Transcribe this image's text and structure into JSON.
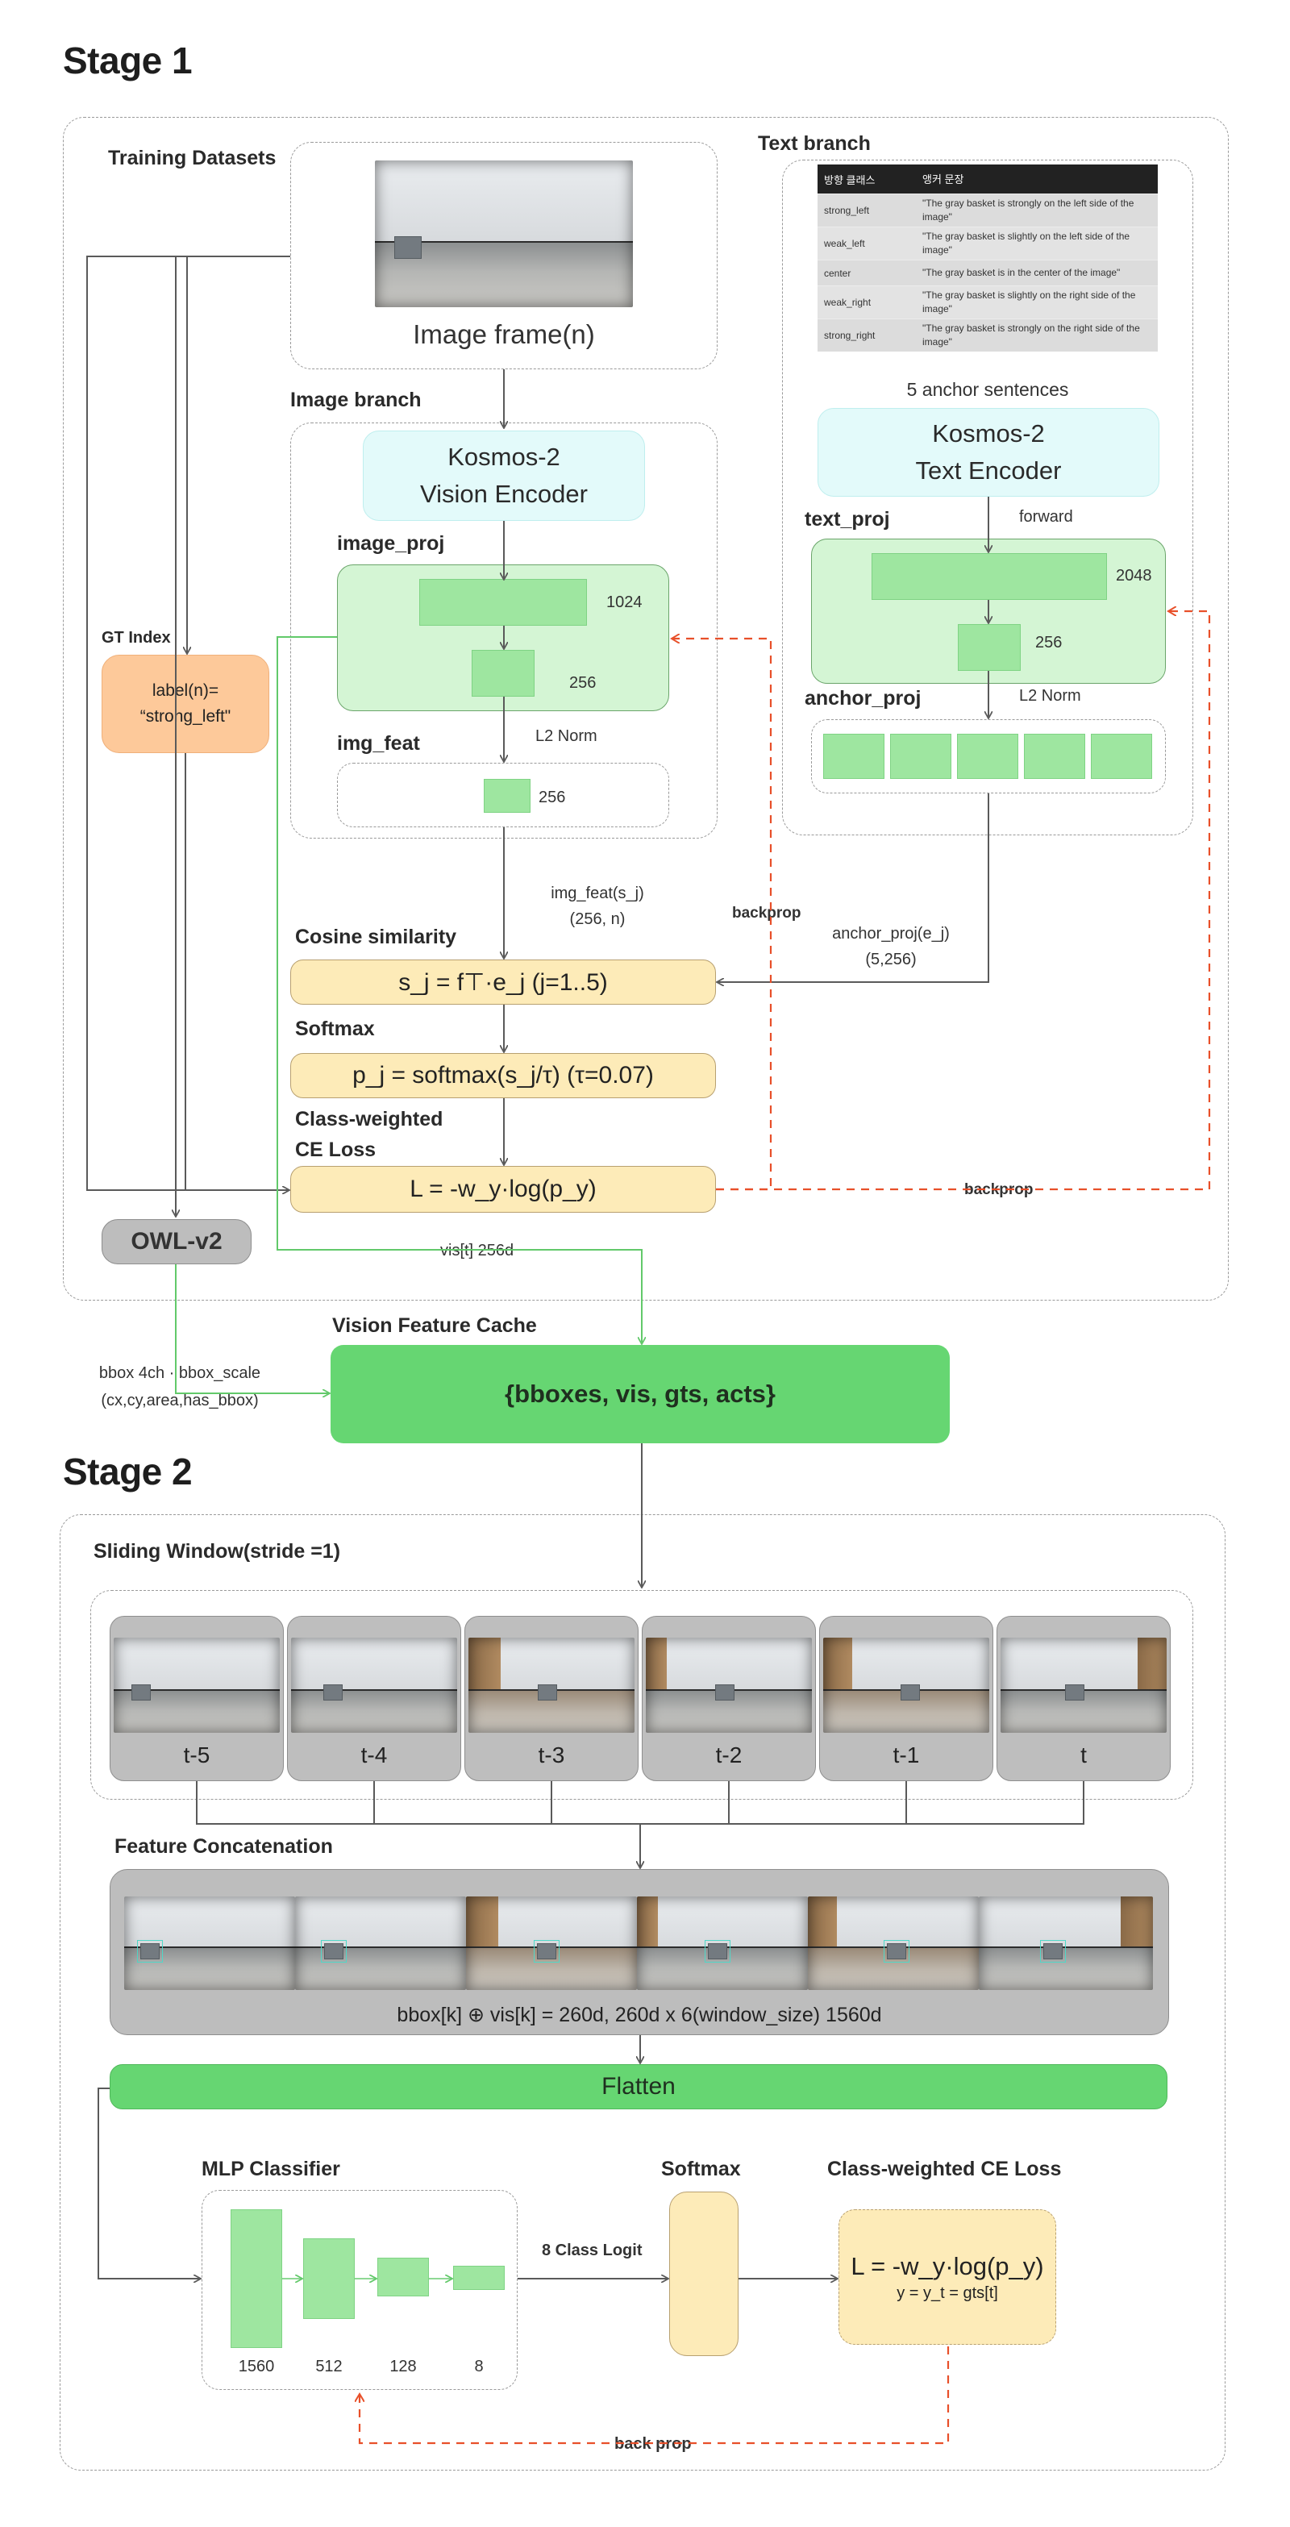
{
  "stage1": {
    "title": "Stage 1",
    "training_datasets_label": "Training Datasets",
    "image_frame_label": "Image frame(n)",
    "text_branch_label": "Text branch",
    "table": {
      "headers": [
        "방향 클래스",
        "앵커 문장"
      ],
      "rows": [
        [
          "strong_left",
          "\"The gray basket is strongly on the left side of the image\""
        ],
        [
          "weak_left",
          "\"The gray basket is slightly on the left side of the image\""
        ],
        [
          "center",
          "\"The gray basket is in the center of the image\""
        ],
        [
          "weak_right",
          "\"The gray basket is slightly on the right side of the image\""
        ],
        [
          "strong_right",
          "\"The gray basket is strongly on the right side of the image\""
        ]
      ]
    },
    "anchor_sentences_label": "5 anchor sentences",
    "image_branch_label": "Image branch",
    "vision_encoder": {
      "line1": "Kosmos-2",
      "line2": "Vision Encoder"
    },
    "text_encoder": {
      "line1": "Kosmos-2",
      "line2": "Text Encoder"
    },
    "image_proj_label": "image_proj",
    "image_proj_dims": [
      "1024",
      "256"
    ],
    "text_proj_label": "text_proj",
    "forward_label": "forward",
    "text_proj_dims": [
      "2048",
      "256"
    ],
    "l2norm_label": "L2 Norm",
    "img_feat_label": "img_feat",
    "img_feat_dim": "256",
    "anchor_proj_label": "anchor_proj",
    "gt_index_label": "GT Index",
    "gt_label_line1": "label(n)=",
    "gt_label_line2": "“strong_left\"",
    "img_feat_flow_line1": "img_feat(s_j)",
    "img_feat_flow_line2": "(256, n)",
    "backprop_label": "backprop",
    "anchor_flow_line1": "anchor_proj(e_j)",
    "anchor_flow_line2": "(5,256)",
    "cosine_label": "Cosine similarity",
    "cosine_formula": "s_j = f⊤·e_j (j=1..5)",
    "softmax_label": "Softmax",
    "softmax_formula": "p_j = softmax(s_j/τ) (τ=0.07)",
    "ce_label_line1": "Class-weighted",
    "ce_label_line2": "CE Loss",
    "ce_formula": "L = -w_y·log(p_y)",
    "backprop_label2": "backprop",
    "owl_label": "OWL-v2",
    "vis_label": "vis[t] 256d"
  },
  "cache": {
    "title": "Vision Feature Cache",
    "content": "{bboxes, vis, gts, acts}",
    "bbox_note_line1": "bbox 4ch · bbox_scale",
    "bbox_note_line2": "(cx,cy,area,has_bbox)"
  },
  "stage2": {
    "title": "Stage 2",
    "sliding_label": "Sliding Window(stride =1)",
    "frames": [
      "t-5",
      "t-4",
      "t-3",
      "t-2",
      "t-1",
      "t"
    ],
    "concat_label": "Feature Concatenation",
    "concat_formula": "bbox[k] ⊕ vis[k] = 260d, 260d x 6(window_size) 1560d",
    "flatten_label": "Flatten",
    "mlp_label": "MLP Classifier",
    "mlp_dims": [
      "1560",
      "512",
      "128",
      "8"
    ],
    "logit_label": "8 Class Logit",
    "softmax_label": "Softmax",
    "ce_title": "Class-weighted CE Loss",
    "ce_formula": "L = -w_y·log(p_y)",
    "ce_sub": "y = y_t = gts[t]",
    "back_prop_label": "back prop"
  },
  "colors": {
    "backprop_arrow": "#e8502a",
    "green_arrow": "#62c96a",
    "cache_fill": "#66d672",
    "loss_fill": "#fdebb8"
  }
}
